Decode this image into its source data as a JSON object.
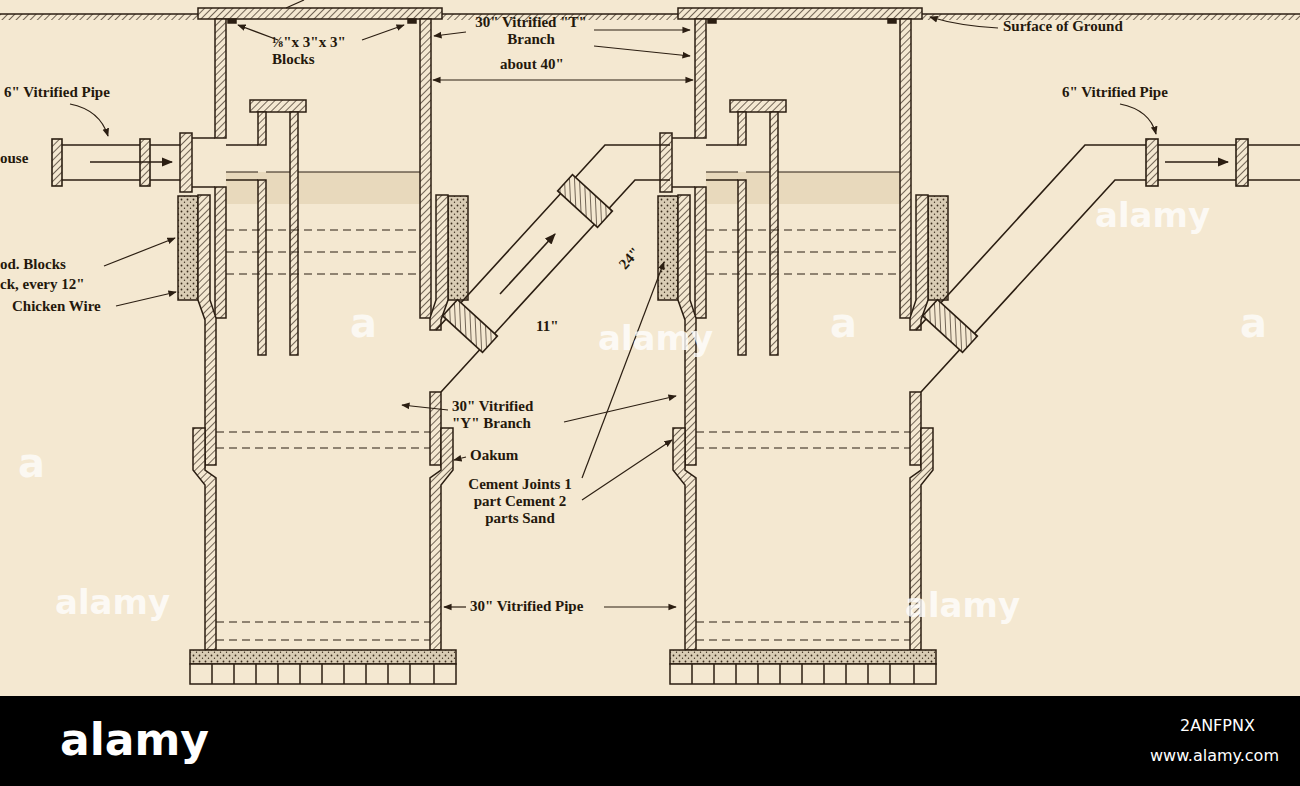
{
  "diagram": {
    "labels": [
      "Surface of Ground",
      "⅛\"x 3\"x 3\" Blocks",
      "30\" Vitrified \"T\" Branch",
      "about 40\"",
      "6\" Vitrified Pipe",
      "ouse",
      "od. Blocks",
      "ck, every 12\"",
      "Chicken Wire",
      "6\" Vitrified Pipe",
      "24\"",
      "11\"",
      "30\" Vitrified \"Y\" Branch",
      "Oakum",
      "Cement Joints 1 part Cement 2 parts Sand",
      "30\" Vitrified Pipe",
      "alamy",
      "alamy",
      "alamy",
      "alamy",
      "a",
      "a",
      "a",
      "a",
      "alamy",
      "2ANFPNX",
      "www.alamy.com"
    ]
  }
}
